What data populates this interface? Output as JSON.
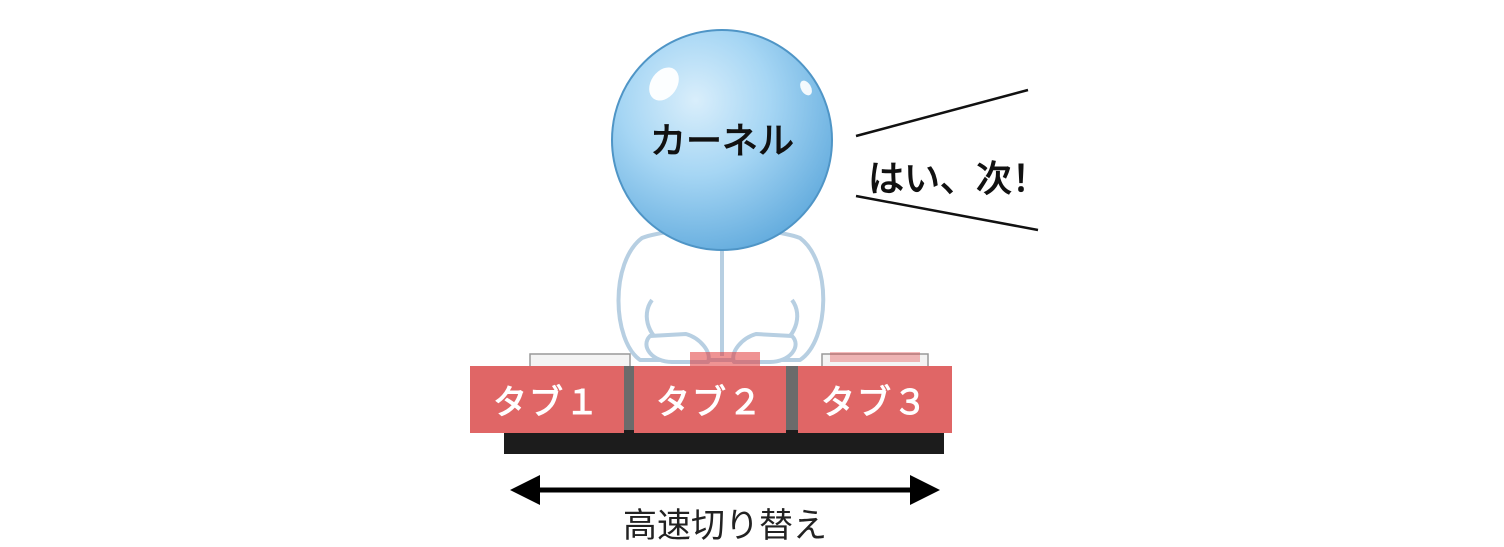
{
  "kernel": {
    "label": "カーネル"
  },
  "speech": {
    "text": "はい、次！"
  },
  "tabs": [
    {
      "label": "タブ１"
    },
    {
      "label": "タブ２"
    },
    {
      "label": "タブ３"
    }
  ],
  "caption": {
    "text": "高速切り替え"
  },
  "colors": {
    "tab": "#e06666",
    "orb": "#8cc6ec",
    "tray": "#1c1c1c"
  }
}
